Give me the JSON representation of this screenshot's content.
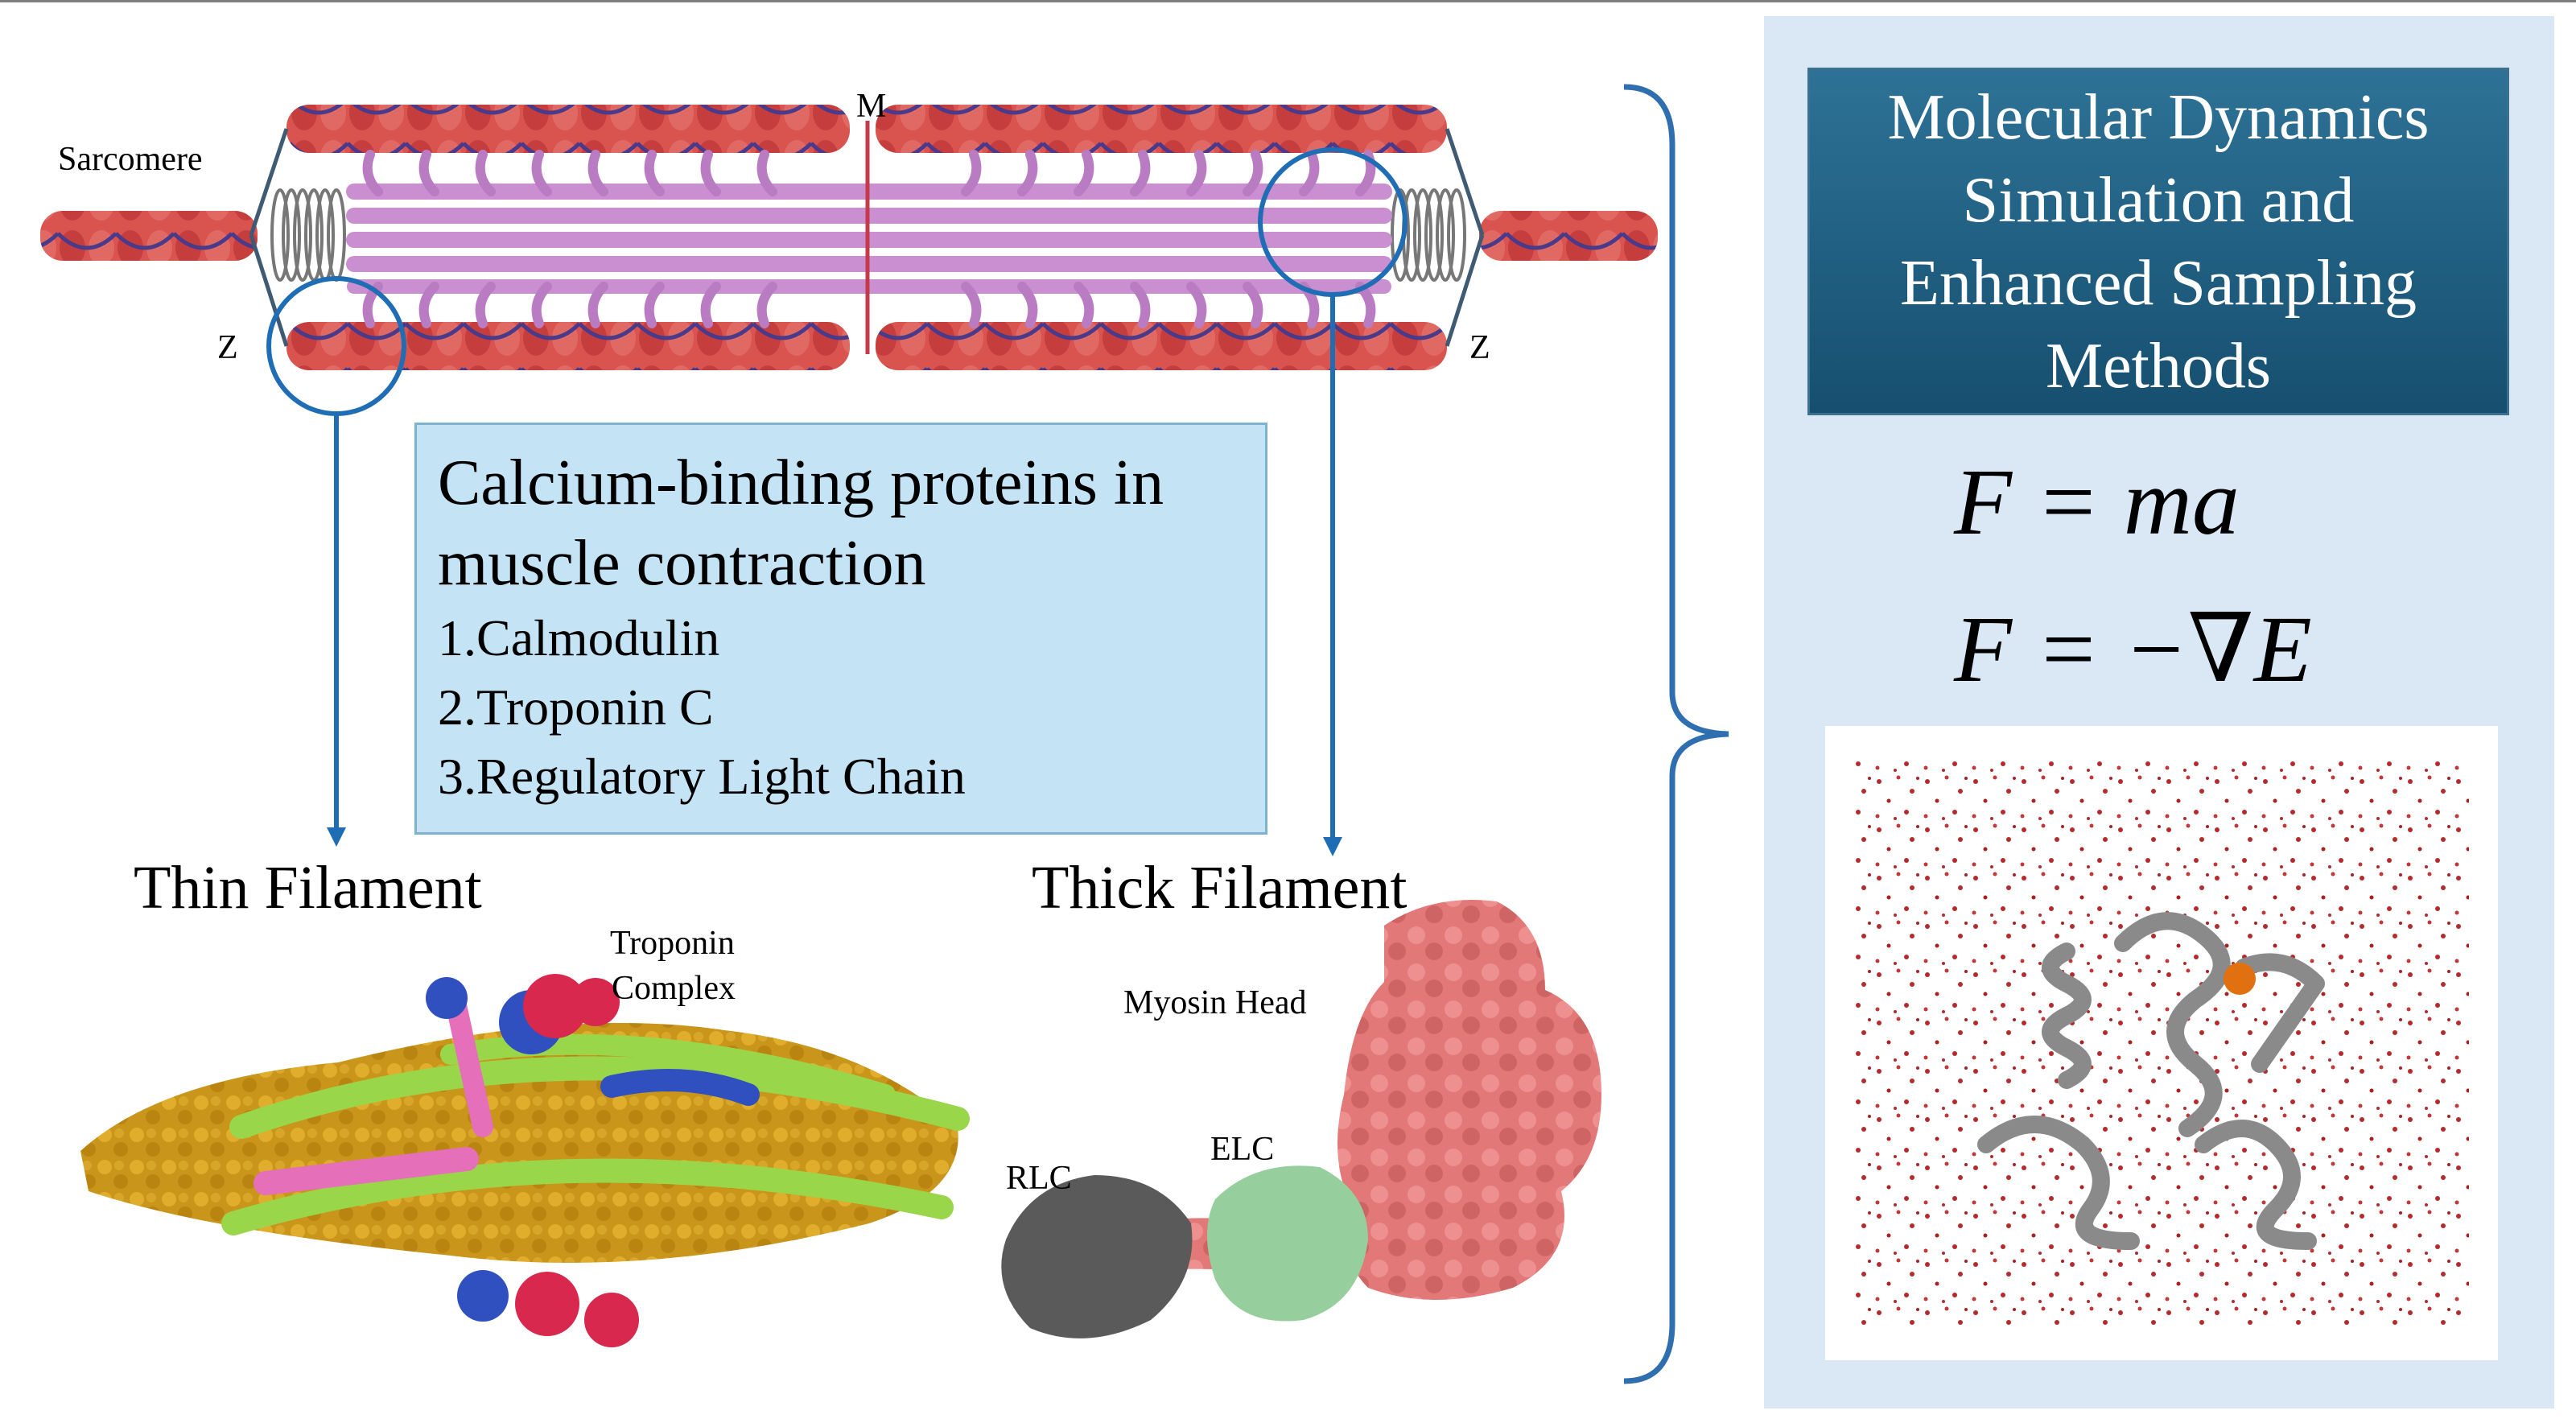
{
  "labels": {
    "sarcomere": "Sarcomere",
    "m_line": "M",
    "z_left": "Z",
    "z_right": "Z",
    "thin_filament": "Thin Filament",
    "thick_filament": "Thick Filament",
    "troponin_complex_1": "Troponin",
    "troponin_complex_2": "Complex",
    "myosin_head": "Myosin Head",
    "rlc": "RLC",
    "elc": "ELC"
  },
  "info_box": {
    "title_line1": "Calcium-binding proteins in",
    "title_line2": "muscle contraction",
    "items": [
      "1.Calmodulin",
      "2.Troponin C",
      "3.Regulatory Light Chain"
    ]
  },
  "md_panel": {
    "title_lines": [
      "Molecular Dynamics",
      "Simulation and",
      "Enhanced Sampling",
      "Methods"
    ],
    "equation1": "F = ma",
    "equation2": "F = −∇E"
  },
  "colors": {
    "actin_red": "#d9534f",
    "myosin_purple": "#c98fd0",
    "accent_blue": "#1f6eb5",
    "panel_bg": "#d9e8f4",
    "title_bg": "#1f5e82",
    "infobox_bg": "#c4e4f5",
    "thin_gold": "#d4a020",
    "thin_green": "#9ad64a",
    "thin_pink": "#e56fb9",
    "troponin_red": "#d8284e",
    "troponin_blue": "#3050c0",
    "myosin_salmon": "#e88080",
    "elc_green": "#96cf9d",
    "rlc_gray": "#5a5a5a",
    "water_red": "#b52a2a",
    "calcium_orange": "#e07010"
  }
}
